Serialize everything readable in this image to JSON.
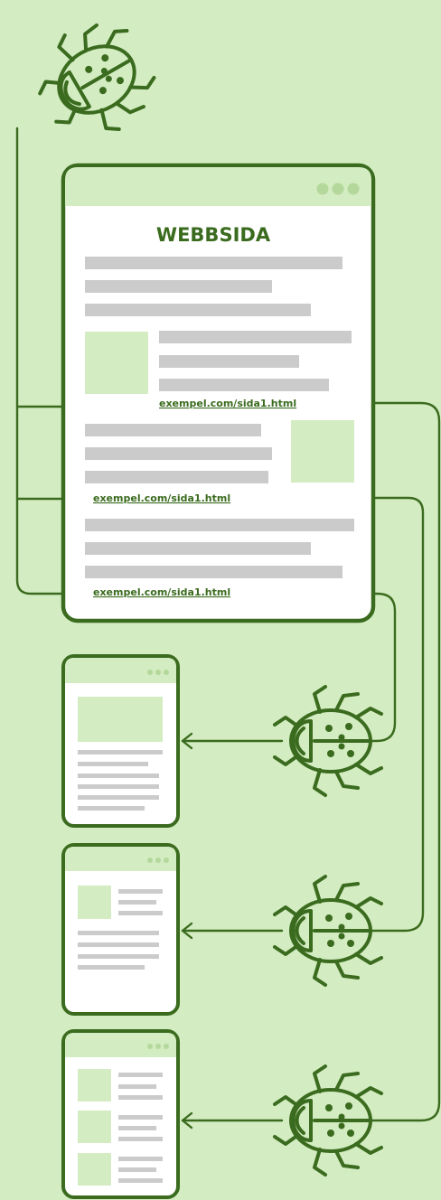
{
  "diagram": {
    "main_page": {
      "title": "WEBBSIDA",
      "links": [
        {
          "text": "exempel.com/sida1.html"
        },
        {
          "text": "exempel.com/sida1.html"
        },
        {
          "text": "exempel.com/sida1.html"
        }
      ]
    },
    "crawled_pages": [
      {
        "layout": "image-top"
      },
      {
        "layout": "image-left-text"
      },
      {
        "layout": "three-image-rows"
      }
    ],
    "icons": [
      "ladybug-icon",
      "window-dots-icon",
      "arrow-right-icon",
      "arrow-left-icon"
    ],
    "colors": {
      "background": "#d3ecc1",
      "stroke": "#3a6b1e",
      "light_green": "#d3ecc1",
      "text_placeholder": "#cbcbcb",
      "page": "#ffffff"
    }
  }
}
